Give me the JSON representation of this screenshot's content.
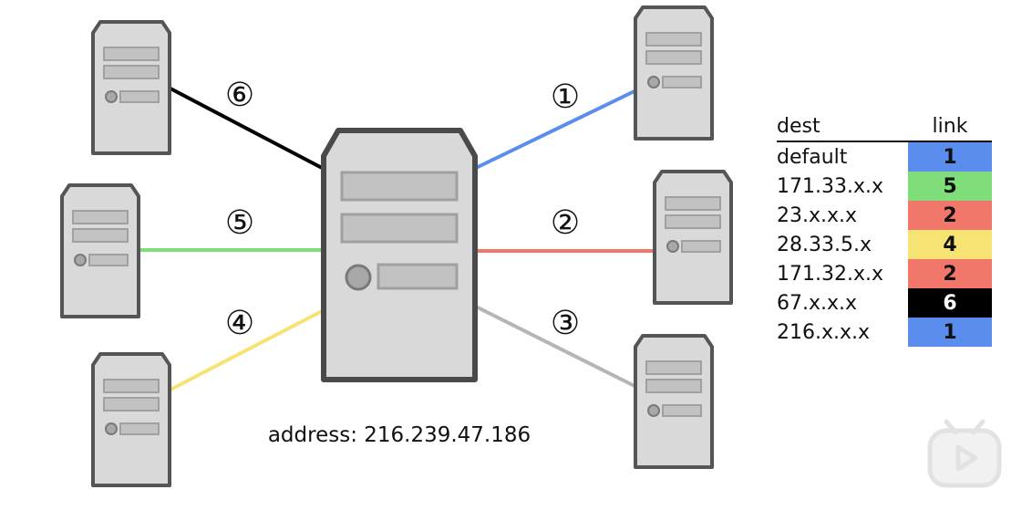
{
  "colors": {
    "blue": "#5b8def",
    "red": "#f0776a",
    "gray": "#b5b5b5",
    "yellow": "#f7e374",
    "green": "#7fde7a",
    "black": "#000000"
  },
  "links": [
    {
      "label": "①",
      "color": "blue"
    },
    {
      "label": "②",
      "color": "red"
    },
    {
      "label": "③",
      "color": "gray"
    },
    {
      "label": "④",
      "color": "yellow"
    },
    {
      "label": "⑤",
      "color": "green"
    },
    {
      "label": "⑥",
      "color": "black"
    }
  ],
  "central_router": {
    "address": "address: 216.239.47.186"
  },
  "table": {
    "header_dest": "dest",
    "header_link": "link",
    "rows": [
      {
        "dest": "default",
        "link": "1",
        "color": "blue"
      },
      {
        "dest": "171.33.x.x",
        "link": "5",
        "color": "green"
      },
      {
        "dest": "23.x.x.x",
        "link": "2",
        "color": "red"
      },
      {
        "dest": "28.33.5.x",
        "link": "4",
        "color": "yellow"
      },
      {
        "dest": "171.32.x.x",
        "link": "2",
        "color": "red"
      },
      {
        "dest": "67.x.x.x",
        "link": "6",
        "color": "black"
      },
      {
        "dest": "216.x.x.x",
        "link": "1",
        "color": "blue"
      }
    ]
  },
  "overlay": {
    "icon": "play-icon"
  }
}
